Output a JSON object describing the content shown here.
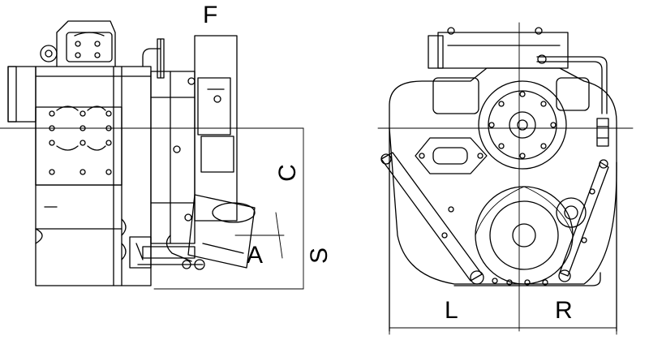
{
  "labels": {
    "F": "F",
    "C": "C",
    "A": "A",
    "S": "S",
    "L": "L",
    "R": "R"
  },
  "colors": {
    "line": "#000000",
    "background": "#ffffff"
  }
}
